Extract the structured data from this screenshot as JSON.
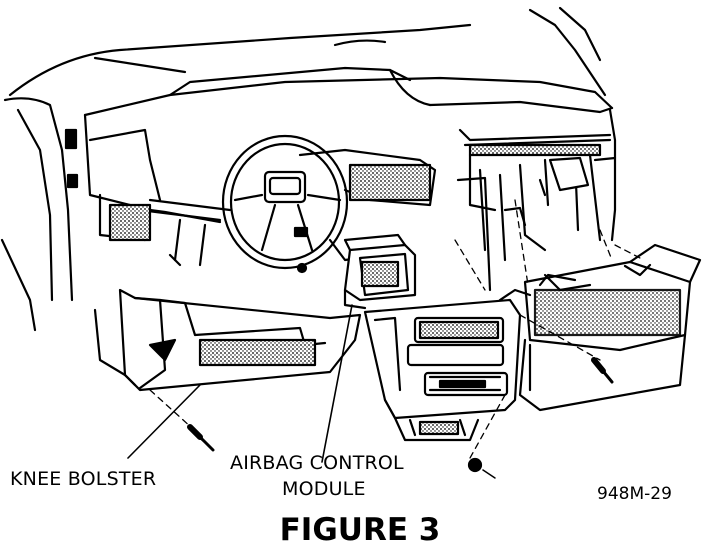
{
  "figure": {
    "labels": {
      "knee_bolster": "KNEE BOLSTER",
      "airbag_line1": "AIRBAG CONTROL",
      "airbag_line2": "MODULE",
      "ref_code": "948M-29"
    },
    "caption": "FIGURE 3"
  },
  "colors": {
    "ink": "#000000",
    "paper": "#ffffff",
    "hatch": "#888888"
  }
}
